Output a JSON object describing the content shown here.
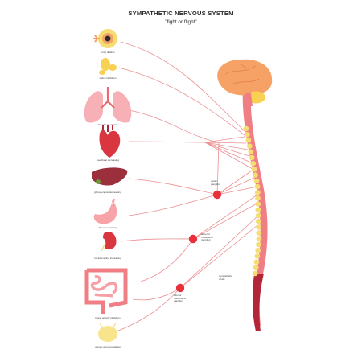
{
  "title": "SYMPATHETIC NERVOUS SYSTEM",
  "subtitle": "\"fight or flight\"",
  "organs": [
    {
      "icon": "eye-icon",
      "label": "pupil dilation"
    },
    {
      "icon": "saliva-icon",
      "label": "saliva inhibition"
    },
    {
      "icon": "lungs-icon",
      "label": "bronchi relaxation"
    },
    {
      "icon": "heart-icon",
      "label": "heartbeat increasing"
    },
    {
      "icon": "liver-icon",
      "label": "glycogenesis decreasing"
    },
    {
      "icon": "stomach-icon",
      "label": "digestion slowing"
    },
    {
      "icon": "kidney-icon",
      "label": "noradrenaline increasing"
    },
    {
      "icon": "intestine-icon",
      "label": "linear activity inhibition"
    },
    {
      "icon": "bladder-icon",
      "label": "urinary accommodation"
    }
  ],
  "ganglia": {
    "celiac": "celiac\nganglion",
    "superior": "superior\nmesenteric\nganglion",
    "inferior": "inferior\nmesenteric\nganglion",
    "chain": "sympathetic\nchain"
  },
  "colors": {
    "nerve": "#ec8f92",
    "ganglion": "#e8303a",
    "cord": "#f07f85",
    "cord_dark": "#b3263a",
    "vertebra": "#f5dd74",
    "brain": "#f6a266",
    "cerebellum": "#f8d152"
  }
}
